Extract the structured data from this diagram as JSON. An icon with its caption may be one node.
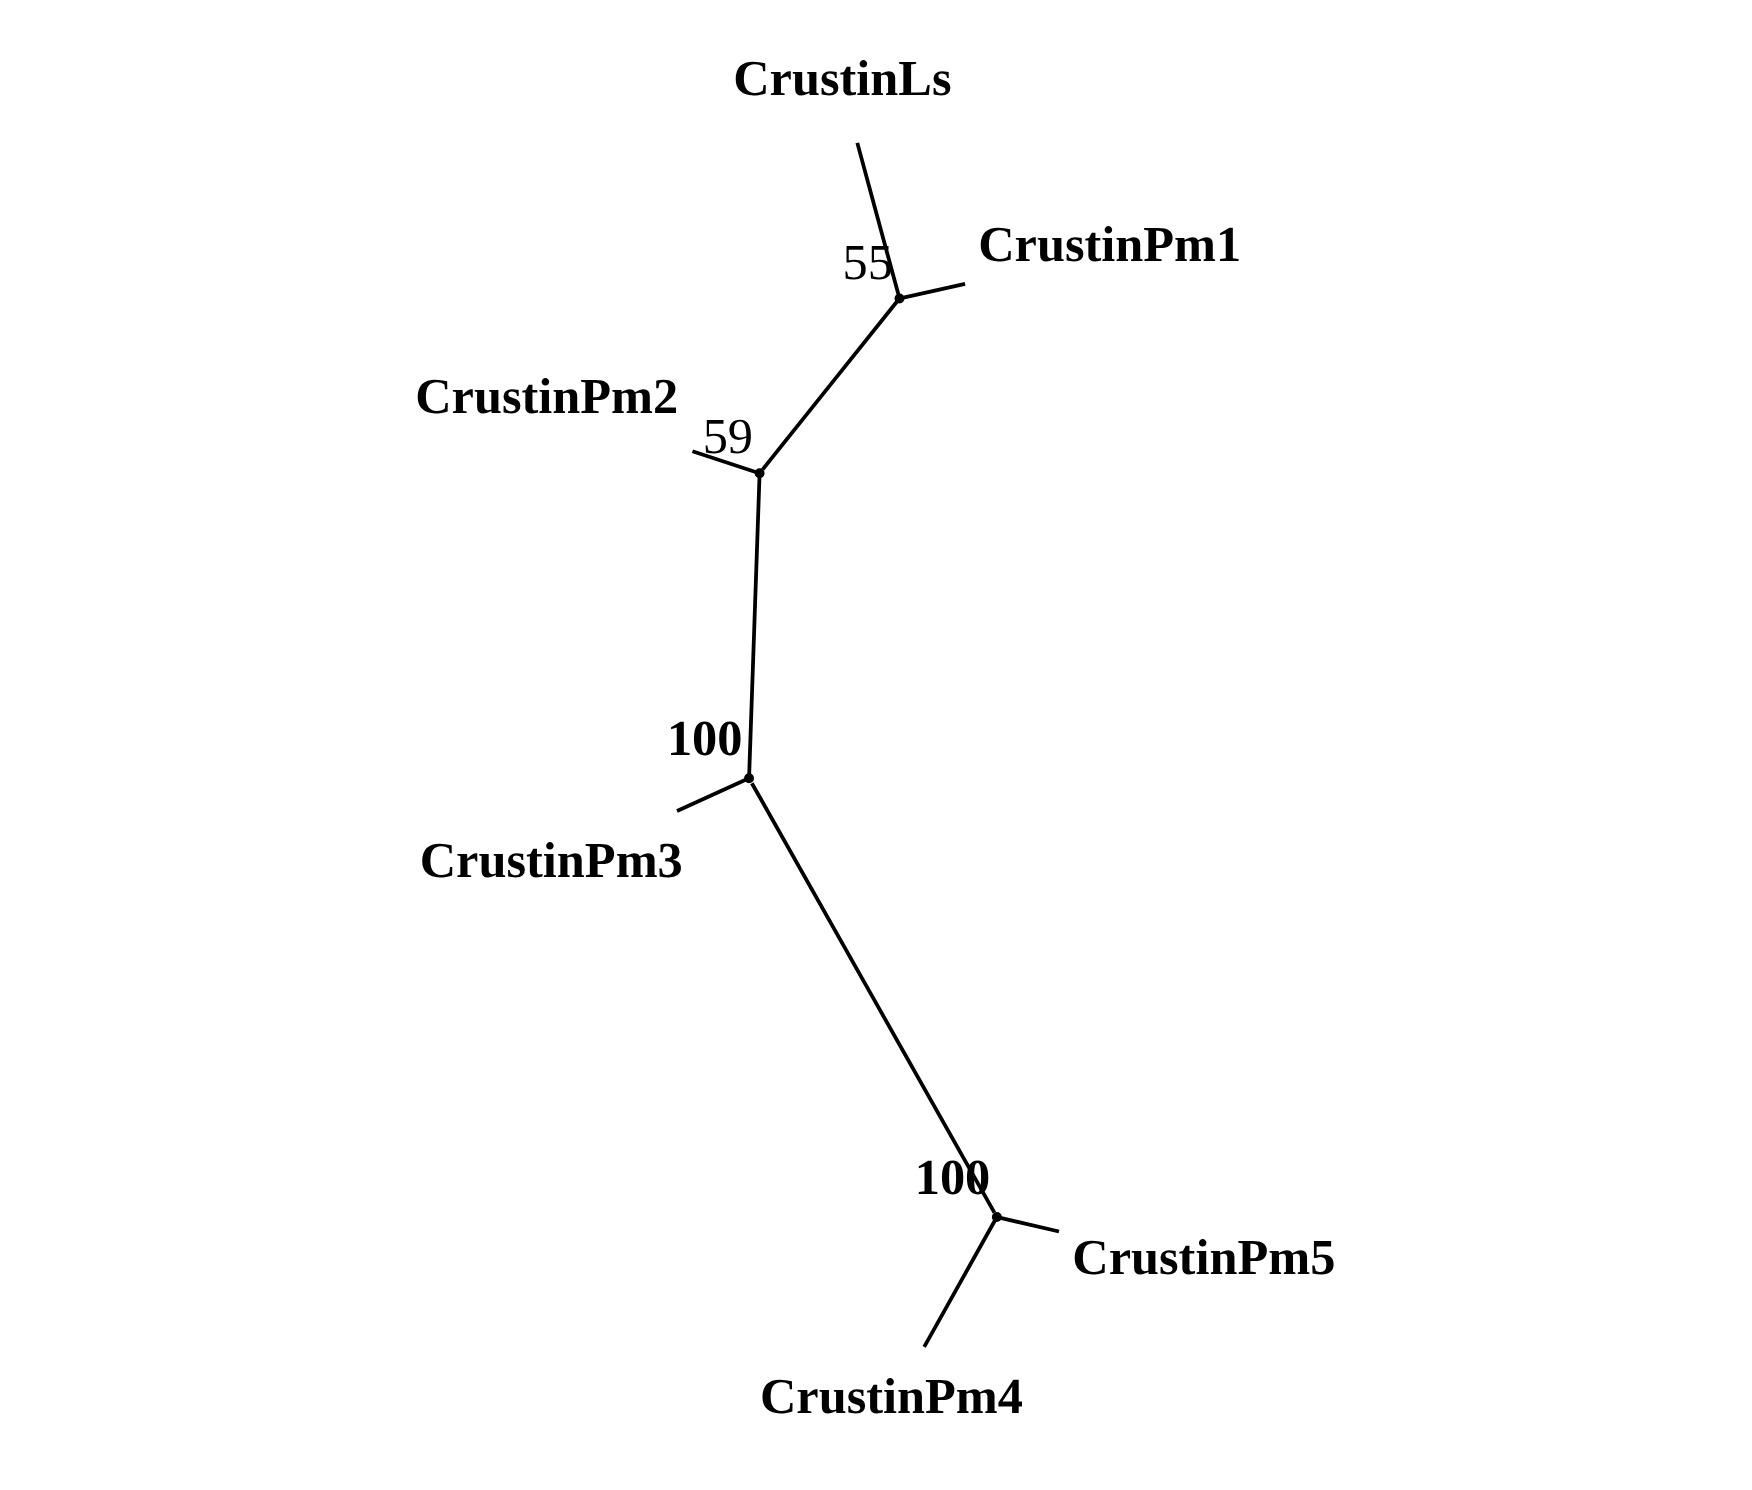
{
  "diagram": {
    "nodes": [
      {
        "text": [
          "CrustinLs"
        ]
      },
      {
        "text": [
          "CrustinPm1"
        ]
      },
      {
        "text": [],
        "shape": "point",
        "beside": [
          "55"
        ]
      },
      {
        "text": [
          "CrustinPm2"
        ]
      },
      {
        "text": [],
        "shape": "point",
        "beside": [
          "59"
        ]
      },
      {
        "text": [],
        "shape": "point",
        "beside": [
          "**100**"
        ]
      },
      {
        "text": [
          "CrustinPm3"
        ]
      },
      {
        "text": [],
        "shape": "point",
        "beside": [
          "**100**"
        ]
      },
      {
        "text": [
          "CrustinPm4"
        ]
      },
      {
        "text": [
          "CrustinPm5"
        ]
      }
    ],
    "edges": [
      {
        "from": 0,
        "to": 2,
        "arrow": "none"
      },
      {
        "from": 1,
        "to": 2,
        "arrow": "none"
      },
      {
        "from": 2,
        "to": 4,
        "arrow": "none"
      },
      {
        "from": 3,
        "to": 4,
        "arrow": "none"
      },
      {
        "from": 4,
        "to": 5,
        "arrow": "none"
      },
      {
        "from": 5,
        "to": 6,
        "arrow": "none"
      },
      {
        "from": 5,
        "to": 7,
        "arrow": "none"
      },
      {
        "from": 7,
        "to": 8,
        "arrow": "none"
      },
      {
        "from": 7,
        "to": 9,
        "arrow": "none"
      }
    ]
  }
}
